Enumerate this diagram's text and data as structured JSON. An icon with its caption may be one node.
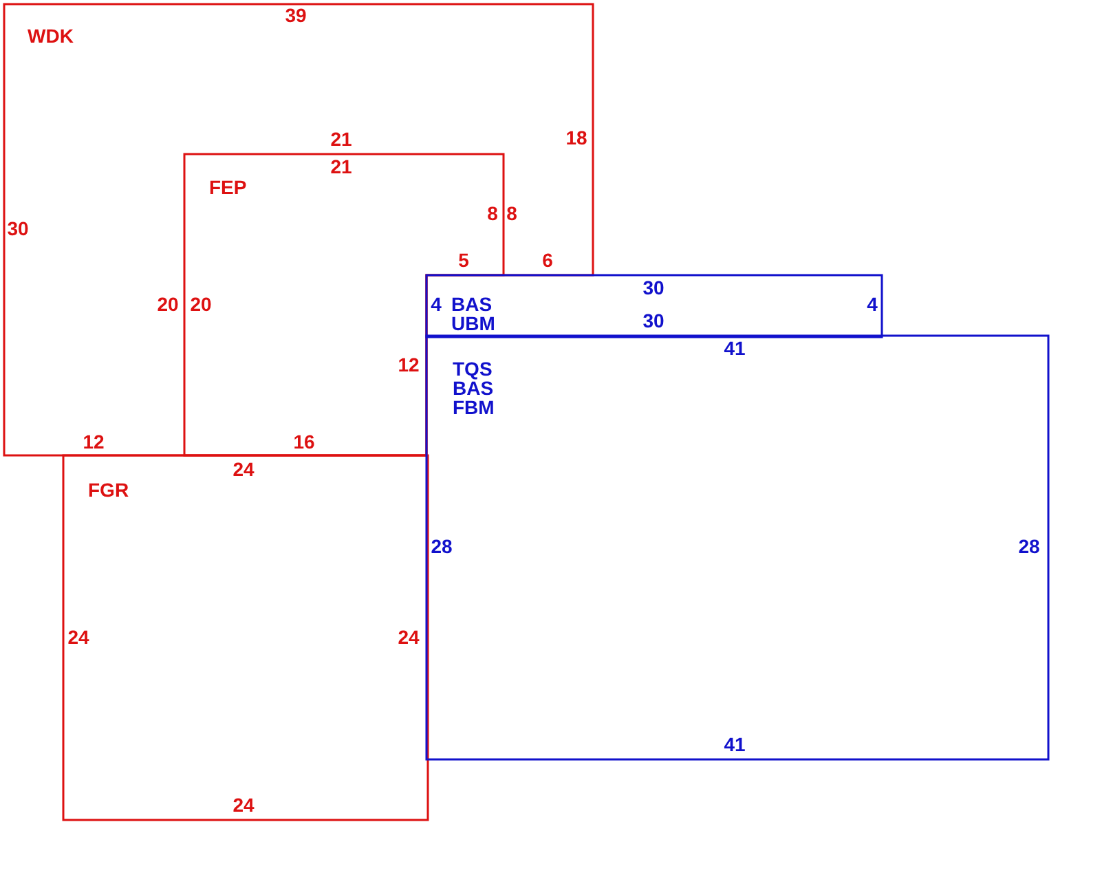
{
  "diagram": {
    "nodes": [
      {
        "text": [
          "WDK"
        ]
      },
      {
        "text": [
          "FEP"
        ],
        "in": 0
      },
      {
        "text": [
          "BAS UBM"
        ]
      },
      {
        "text": [
          "TQS BAS FBM"
        ]
      },
      {
        "text": [
          "FGR"
        ]
      }
    ],
    "edges": [],
    "labels": [
      "39",
      "21",
      "18",
      "21",
      "8",
      "8",
      "30",
      "5",
      "6",
      "30",
      "20",
      "20",
      "4",
      "4",
      "30",
      "41",
      "12",
      "12",
      "16",
      "24",
      "28",
      "28",
      "24",
      "24",
      "41",
      "24"
    ]
  }
}
